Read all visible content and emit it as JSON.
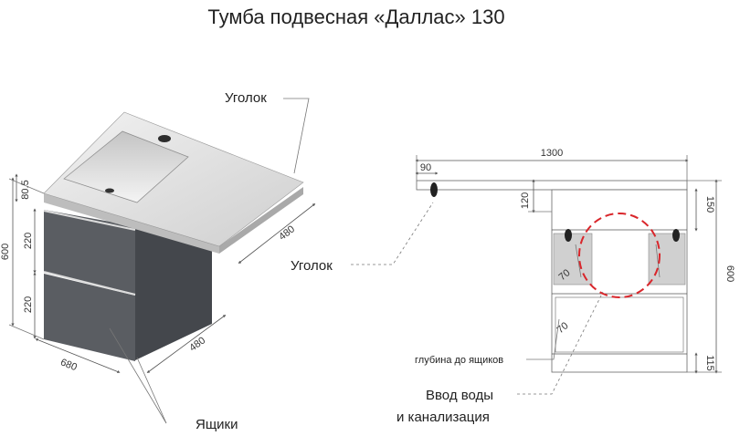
{
  "title": "Тумба подвесная «Даллас» 130",
  "labels": {
    "corner_top": "Уголок",
    "corner_mid": "Уголок",
    "drawers": "Ящики",
    "drawer_depth": "глубина до ящиков",
    "water_inlet_line1": "Ввод воды",
    "water_inlet_line2": "и канализация"
  },
  "dims_3d": {
    "top_thickness": "80.5",
    "drawer_front_1": "220",
    "drawer_front_2": "220",
    "height": "600",
    "width": "680",
    "depth_base": "480",
    "depth_top": "480"
  },
  "dims_plan": {
    "total_width": "1300",
    "corner_offset": "90",
    "corner_height": "120",
    "top_zone": "150",
    "height": "600",
    "bottom_zone": "115",
    "depth_upper": "70",
    "depth_lower": "70"
  },
  "colors": {
    "cabinet": "#5a5d62",
    "cabinet_dark": "#44474c",
    "countertop": "#e6e6e6",
    "shelf_fill": "#d0d0d0",
    "inlet_circle": "#d9262b"
  }
}
